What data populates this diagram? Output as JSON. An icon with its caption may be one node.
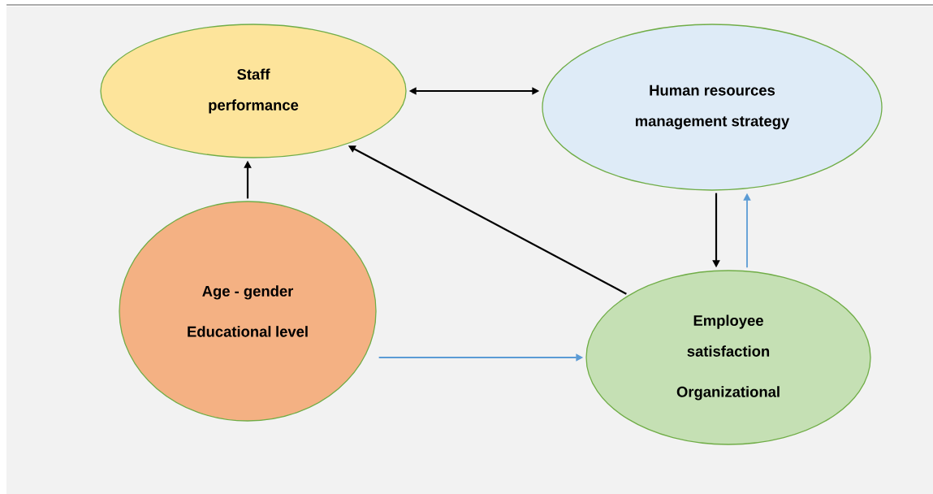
{
  "diagram": {
    "nodes": [
      {
        "text": [
          "Staff performance"
        ]
      },
      {
        "text": [
          "Human resources management strategy"
        ]
      },
      {
        "text": [
          "Age - gender",
          "Educational level"
        ]
      },
      {
        "text": [
          "Employee satisfaction",
          "Organizational"
        ]
      }
    ],
    "edges": [
      {
        "from": 0,
        "to": 1,
        "arrow": "both"
      },
      {
        "from": 2,
        "to": 0,
        "arrow": "to"
      },
      {
        "from": 3,
        "to": 0,
        "arrow": "to"
      },
      {
        "from": 1,
        "to": 3,
        "arrow": "to"
      },
      {
        "from": 3,
        "to": 1,
        "arrow": "to",
        "color": "#5b9bd5"
      },
      {
        "from": 2,
        "to": 3,
        "arrow": "to",
        "color": "#5b9bd5"
      }
    ]
  }
}
